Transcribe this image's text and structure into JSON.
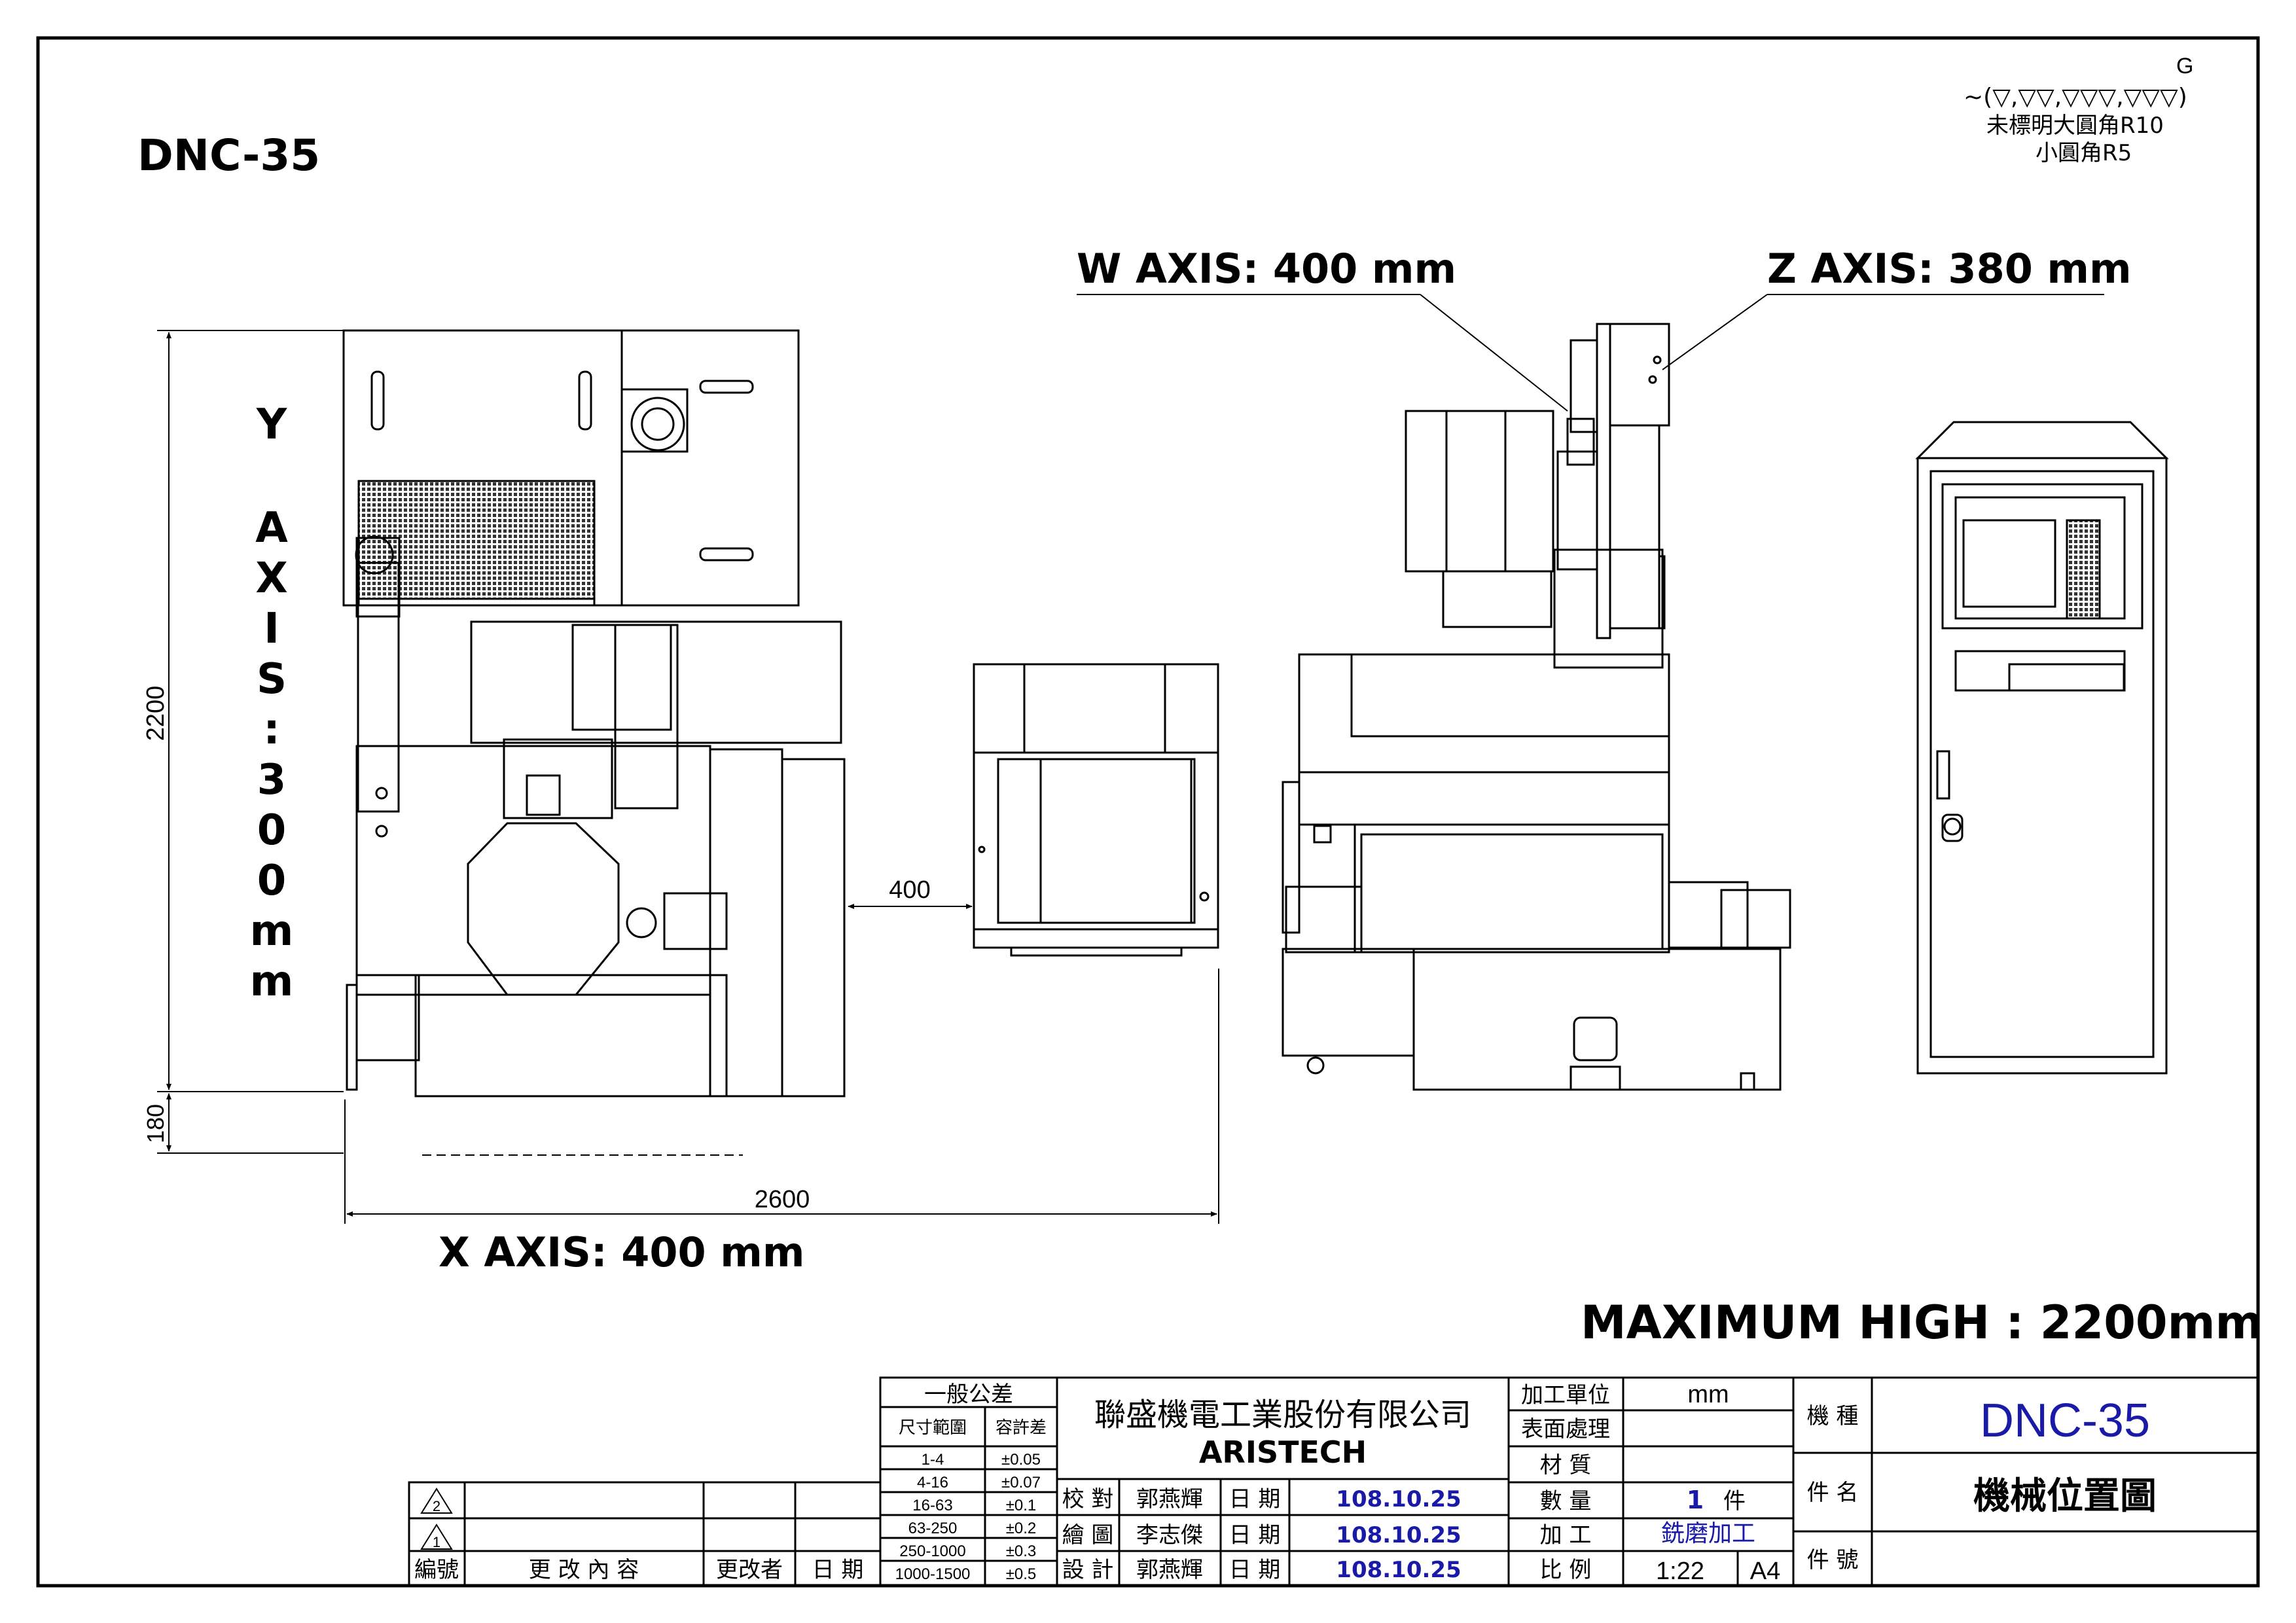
{
  "drawing": {
    "model_title": "DNC-35",
    "surface_symbol": {
      "top": "G",
      "line": "~(▽,▽▽,▽▽▽,▽▽▽)",
      "note1": "未標明大圓角R10",
      "note2": "小圓角R5"
    },
    "labels": {
      "w_axis": "W AXIS: 400 mm",
      "z_axis": "Z AXIS:  380 mm",
      "x_axis": "X AXIS:  400 mm",
      "y_axis_chars": [
        "Y",
        "A",
        "X",
        "I",
        "S",
        ":",
        "3",
        "0",
        "0",
        "m",
        "m"
      ],
      "max_high": "MAXIMUM HIGH : 2200mm"
    },
    "dimensions": {
      "height": "2200",
      "base": "180",
      "width": "2600",
      "gap": "400"
    }
  },
  "title_block": {
    "tolerance": {
      "header": "一般公差",
      "col1": "尺寸範圍",
      "col2": "容許差",
      "rows": [
        {
          "range": "1-4",
          "tol": "±0.05"
        },
        {
          "range": "4-16",
          "tol": "±0.07"
        },
        {
          "range": "16-63",
          "tol": "±0.1"
        },
        {
          "range": "63-250",
          "tol": "±0.2"
        },
        {
          "range": "250-1000",
          "tol": "±0.3"
        },
        {
          "range": "1000-1500",
          "tol": "±0.5"
        }
      ]
    },
    "company_cn": "聯盛機電工業股份有限公司",
    "company_en": "ARISTECH",
    "revision": {
      "rev2": "2",
      "rev1": "1",
      "col_no": "編號",
      "col_content": "更 改 內 容",
      "col_changer": "更改者",
      "col_date": "日 期"
    },
    "people": [
      {
        "role": "校 對",
        "name": "郭燕輝",
        "date_label": "日 期",
        "date": "108.10.25"
      },
      {
        "role": "繪 圖",
        "name": "李志傑",
        "date_label": "日 期",
        "date": "108.10.25"
      },
      {
        "role": "設 計",
        "name": "郭燕輝",
        "date_label": "日 期",
        "date": "108.10.25"
      }
    ],
    "props": [
      {
        "label": "加工單位",
        "value": "mm"
      },
      {
        "label": "表面處理",
        "value": ""
      },
      {
        "label": "材 質",
        "value": ""
      },
      {
        "label": "數 量",
        "value": "1",
        "unit": "件"
      },
      {
        "label": "加 工",
        "value": "銑磨加工"
      },
      {
        "label": "比 例",
        "value": "1:22",
        "paper": "A4"
      }
    ],
    "machine_type_label": "機 種",
    "machine_type": "DNC-35",
    "part_name_label": "件 名",
    "part_name": "機械位置圖",
    "part_no_label": "件 號",
    "part_no": ""
  }
}
